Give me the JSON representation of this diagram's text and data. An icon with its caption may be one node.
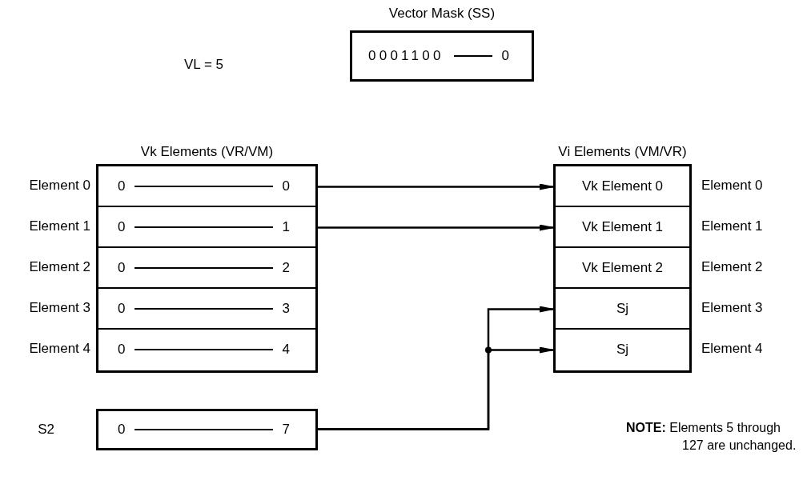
{
  "diagram": {
    "nodes": [
      {
        "text": [
          "Vector Mask (SS)",
          "0001100",
          "0"
        ]
      },
      {
        "text": [
          "Vk Elements (VR/VM)"
        ]
      },
      {
        "text": [
          "0",
          "0"
        ],
        "in": 1,
        "beside": [
          "Element 0"
        ]
      },
      {
        "text": [
          "0",
          "1"
        ],
        "in": 1,
        "beside": [
          "Element 1"
        ]
      },
      {
        "text": [
          "0",
          "2"
        ],
        "in": 1,
        "beside": [
          "Element 2"
        ]
      },
      {
        "text": [
          "0",
          "3"
        ],
        "in": 1,
        "beside": [
          "Element 3"
        ]
      },
      {
        "text": [
          "0",
          "4"
        ],
        "in": 1,
        "beside": [
          "Element 4"
        ]
      },
      {
        "text": [
          "Vi Elements (VM/VR)"
        ]
      },
      {
        "text": [
          "Vk Element 0"
        ],
        "in": 7,
        "beside": [
          "Element 0"
        ]
      },
      {
        "text": [
          "Vk Element 1"
        ],
        "in": 7,
        "beside": [
          "Element 1"
        ]
      },
      {
        "text": [
          "Vk Element 2"
        ],
        "in": 7,
        "beside": [
          "Element 2"
        ]
      },
      {
        "text": [
          "Sj"
        ],
        "in": 7,
        "beside": [
          "Element 3"
        ]
      },
      {
        "text": [
          "Sj"
        ],
        "in": 7,
        "beside": [
          "Element 4"
        ]
      },
      {
        "text": [
          "0",
          "7"
        ],
        "beside": [
          "S2"
        ]
      }
    ],
    "edges": [
      {
        "from": 2,
        "to": 8,
        "arrow": "to"
      },
      {
        "from": 3,
        "to": 9,
        "arrow": "to"
      },
      {
        "from": 13,
        "to": 11,
        "arrow": "to"
      },
      {
        "from": 13,
        "to": 12,
        "arrow": "to"
      }
    ],
    "labels": [
      "VL = 5",
      "**NOTE:** Elements 5 through 127 are unchanged."
    ]
  }
}
